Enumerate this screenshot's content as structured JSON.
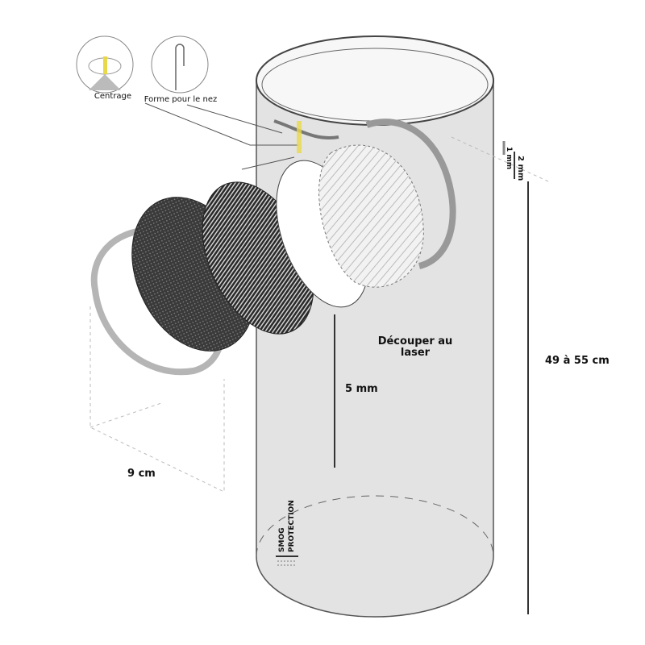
{
  "labels": {
    "centering": "Centrage",
    "nose_shape": "Forme pour le nez",
    "laser_cut_line1": "Découper au",
    "laser_cut_line2": "laser",
    "five_mm": "5 mm",
    "nine_cm": "9 cm",
    "height_range": "49 à 55 cm",
    "two_mm": "2 mm",
    "one_mm": "1 mm"
  },
  "logo": {
    "line1": "SMOG",
    "line2": "PROTECTION"
  },
  "colors": {
    "tube": "#e3e3e3",
    "filter_dark": "#3a3a3a",
    "band": "#b5b5b5",
    "nose_clip": "#e8d84a"
  }
}
